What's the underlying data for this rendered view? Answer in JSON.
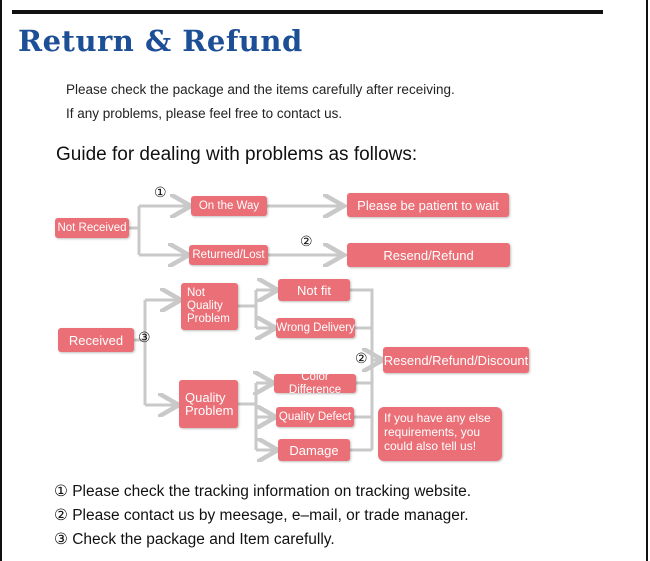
{
  "title": "Return & Refund",
  "intro": {
    "line1": "Please check the package and the items carefully after receiving.",
    "line2": "If any problems, please feel free to contact us."
  },
  "guide_heading": "Guide for dealing with problems as follows:",
  "flow": {
    "not_received": "Not Received",
    "on_the_way": "On the Way",
    "returned_lost": "Returned/Lost",
    "be_patient": "Please be patient to wait",
    "resend_refund": "Resend/Refund",
    "received": "Received",
    "not_quality_problem": "Not\nQuality\nProblem",
    "not_fit": "Not fit",
    "wrong_delivery": "Wrong Delivery",
    "quality_problem": "Quality\nProblem",
    "color_difference": "Color Difference",
    "quality_defect": "Quality Defect",
    "damage": "Damage",
    "resend_refund_discount": "Resend/Refund/Discount",
    "note": "If you have any else requirements, you could also tell us!",
    "marker1": "①",
    "marker2": "②",
    "marker3": "③"
  },
  "footnotes": [
    "① Please check the tracking information on tracking website.",
    "② Please contact us by meesage, e–mail, or trade manager.",
    "③ Check the package and Item carefully."
  ],
  "colors": {
    "title": "#1d4f96",
    "box": "#ea6f76",
    "connector": "#c9c9c9"
  }
}
